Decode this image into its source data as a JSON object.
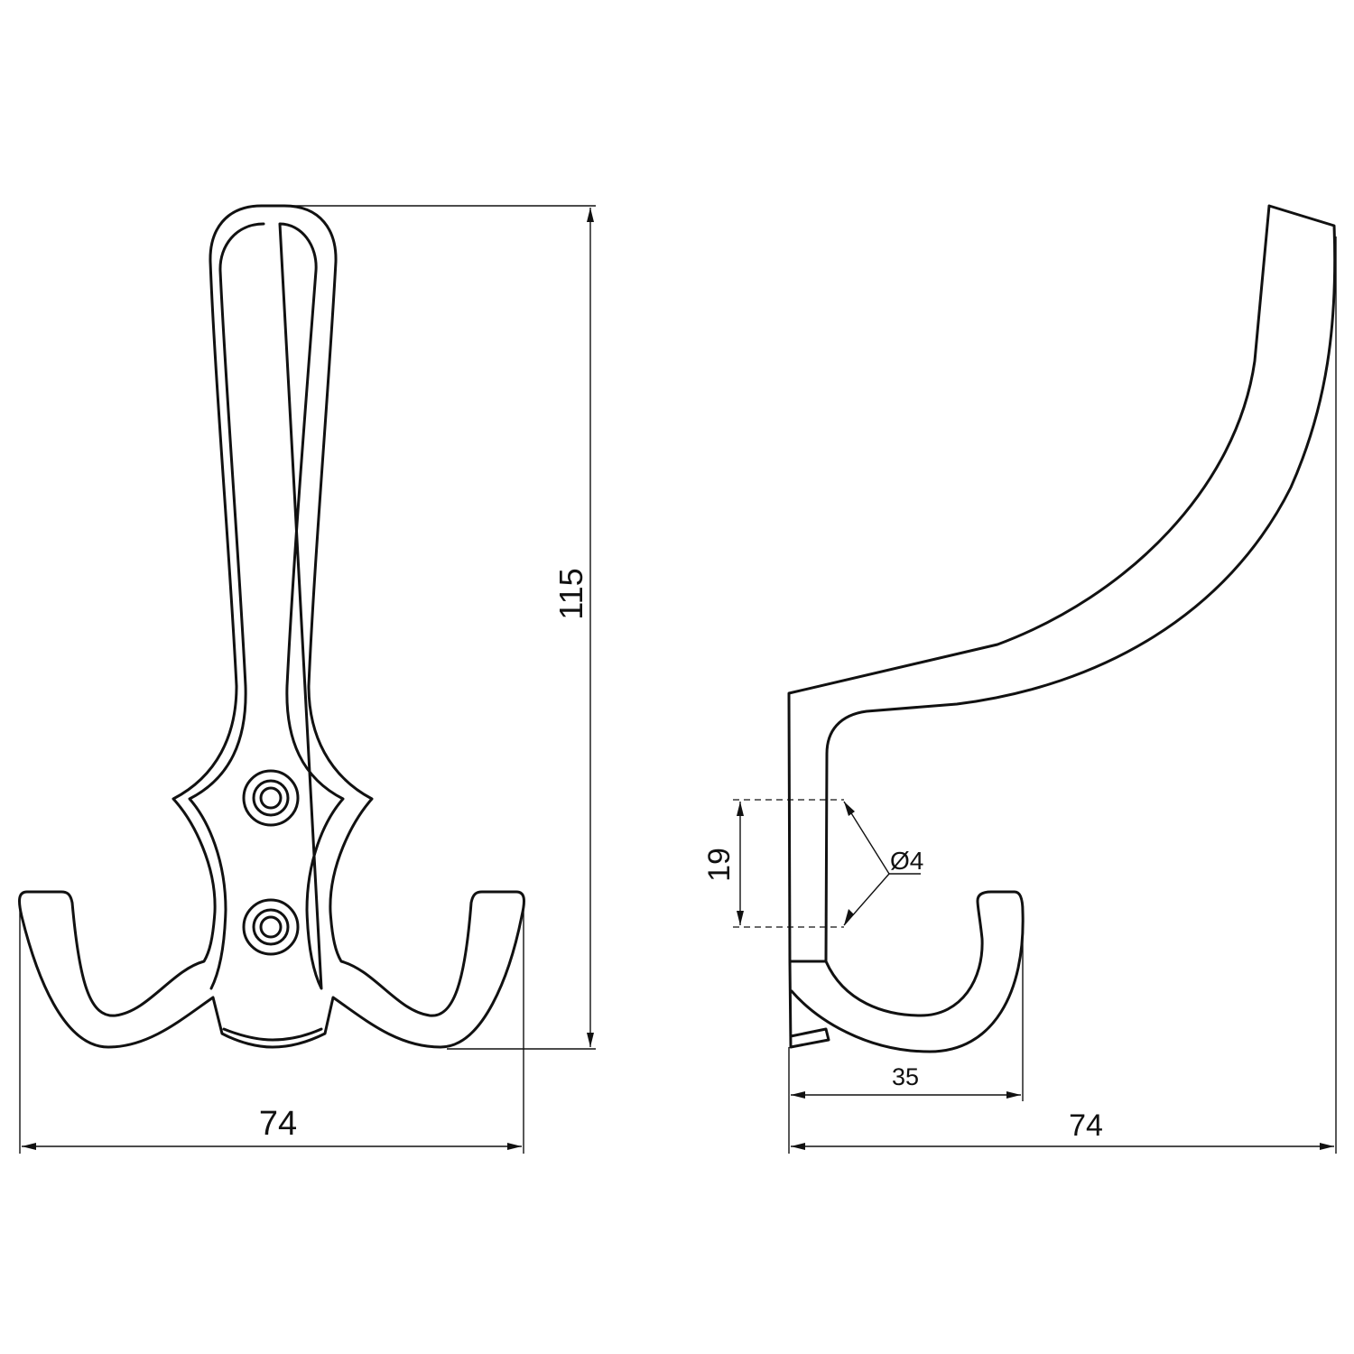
{
  "front_view": {
    "height_dim": "115",
    "width_dim": "74"
  },
  "side_view": {
    "hole_spacing_dim": "19",
    "hole_diameter_dim": "Ø4",
    "hook_depth_dim": "35",
    "total_depth_dim": "74"
  }
}
